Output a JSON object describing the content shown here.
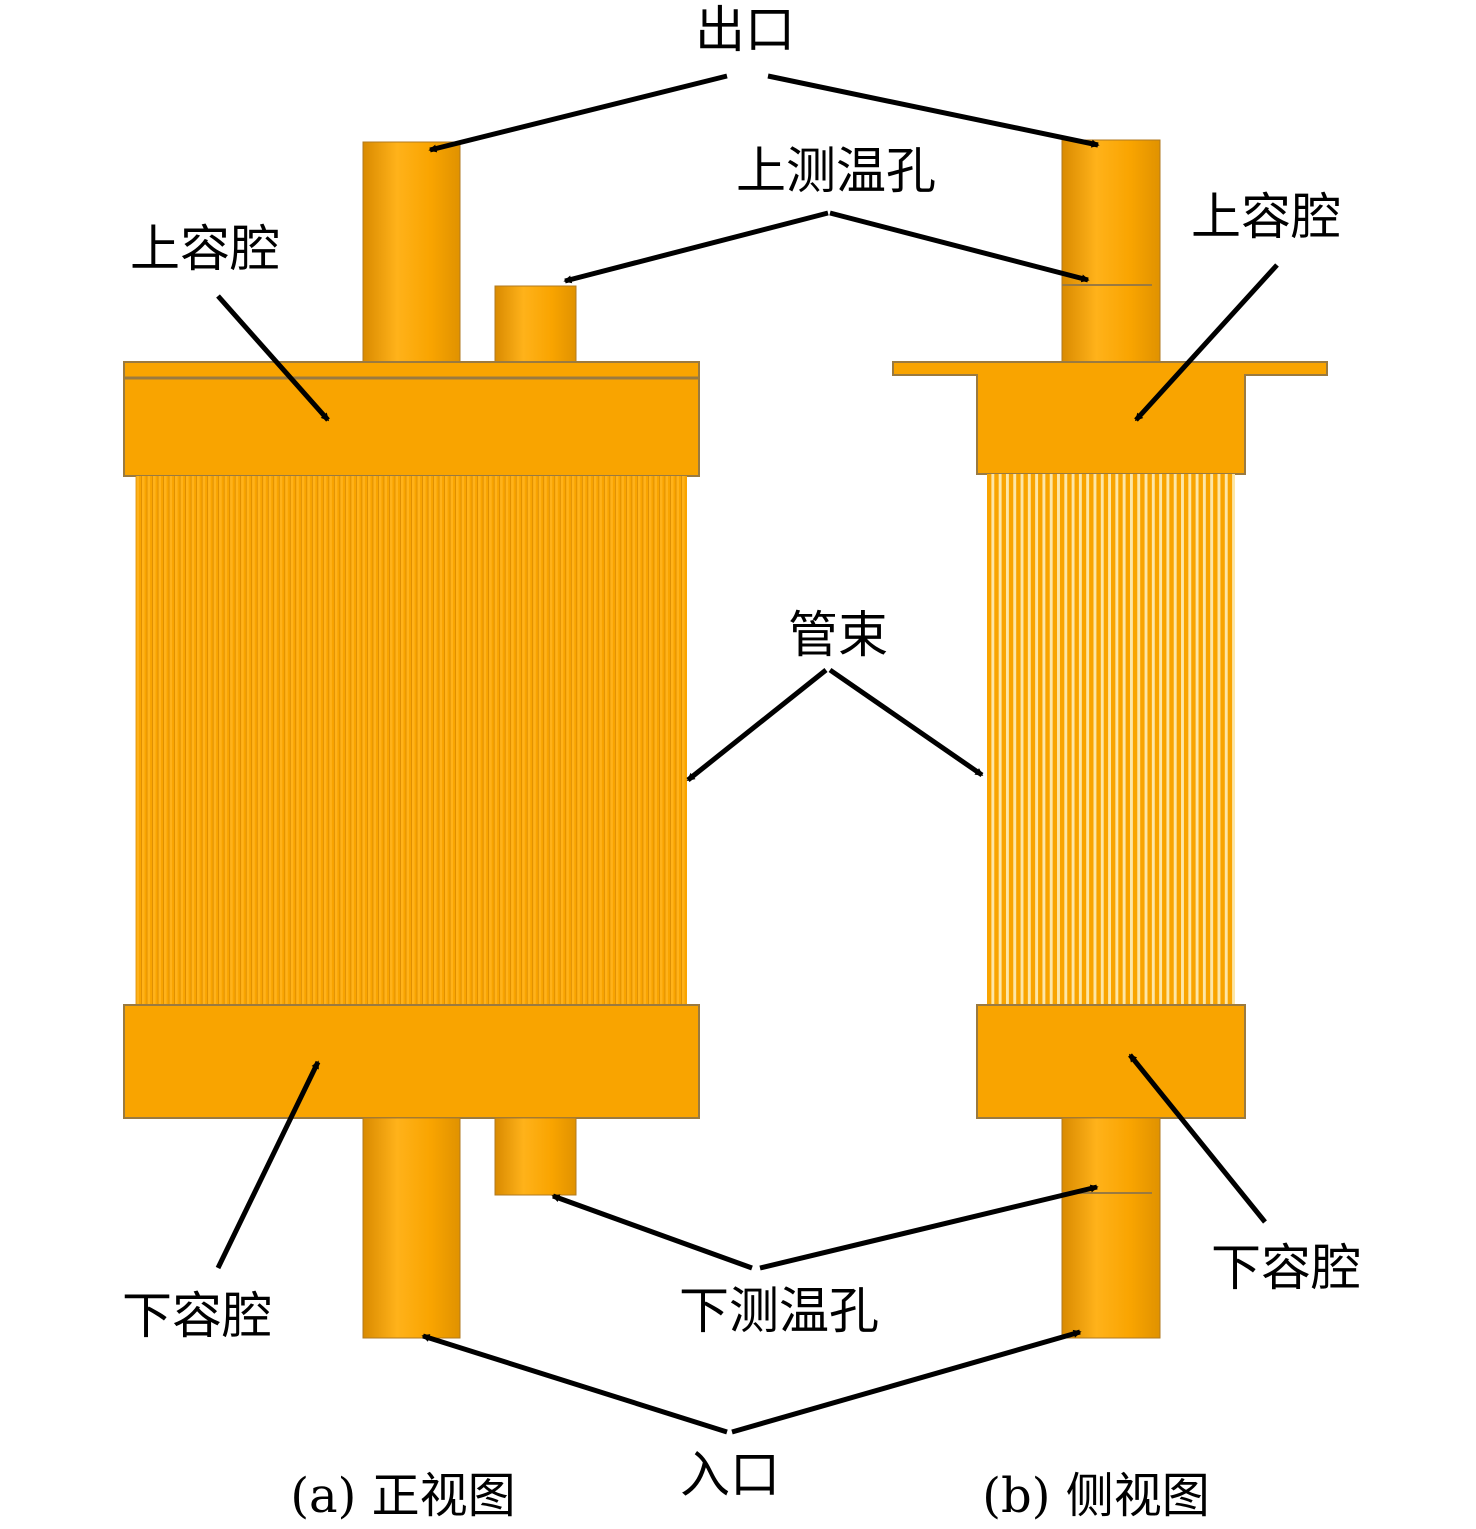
{
  "labels": {
    "outlet": "出口",
    "upper_thermo_hole": "上测温孔",
    "upper_chamber": "上容腔",
    "tube_bundle": "管束",
    "lower_chamber": "下容腔",
    "lower_thermo_hole": "下测温孔",
    "inlet": "入口"
  },
  "captions": {
    "front_view": "(a) 正视图",
    "side_view": "(b) 侧视图"
  },
  "colors": {
    "body": "#f9a400",
    "body_light": "#ffb21a",
    "body_dark": "#d98a00",
    "edge": "#9a7a40",
    "tube_gap": "#fde6a6",
    "arrow": "#000000",
    "text": "#000000"
  },
  "tube_counts": {
    "front_view": 100,
    "side_view": 34
  }
}
